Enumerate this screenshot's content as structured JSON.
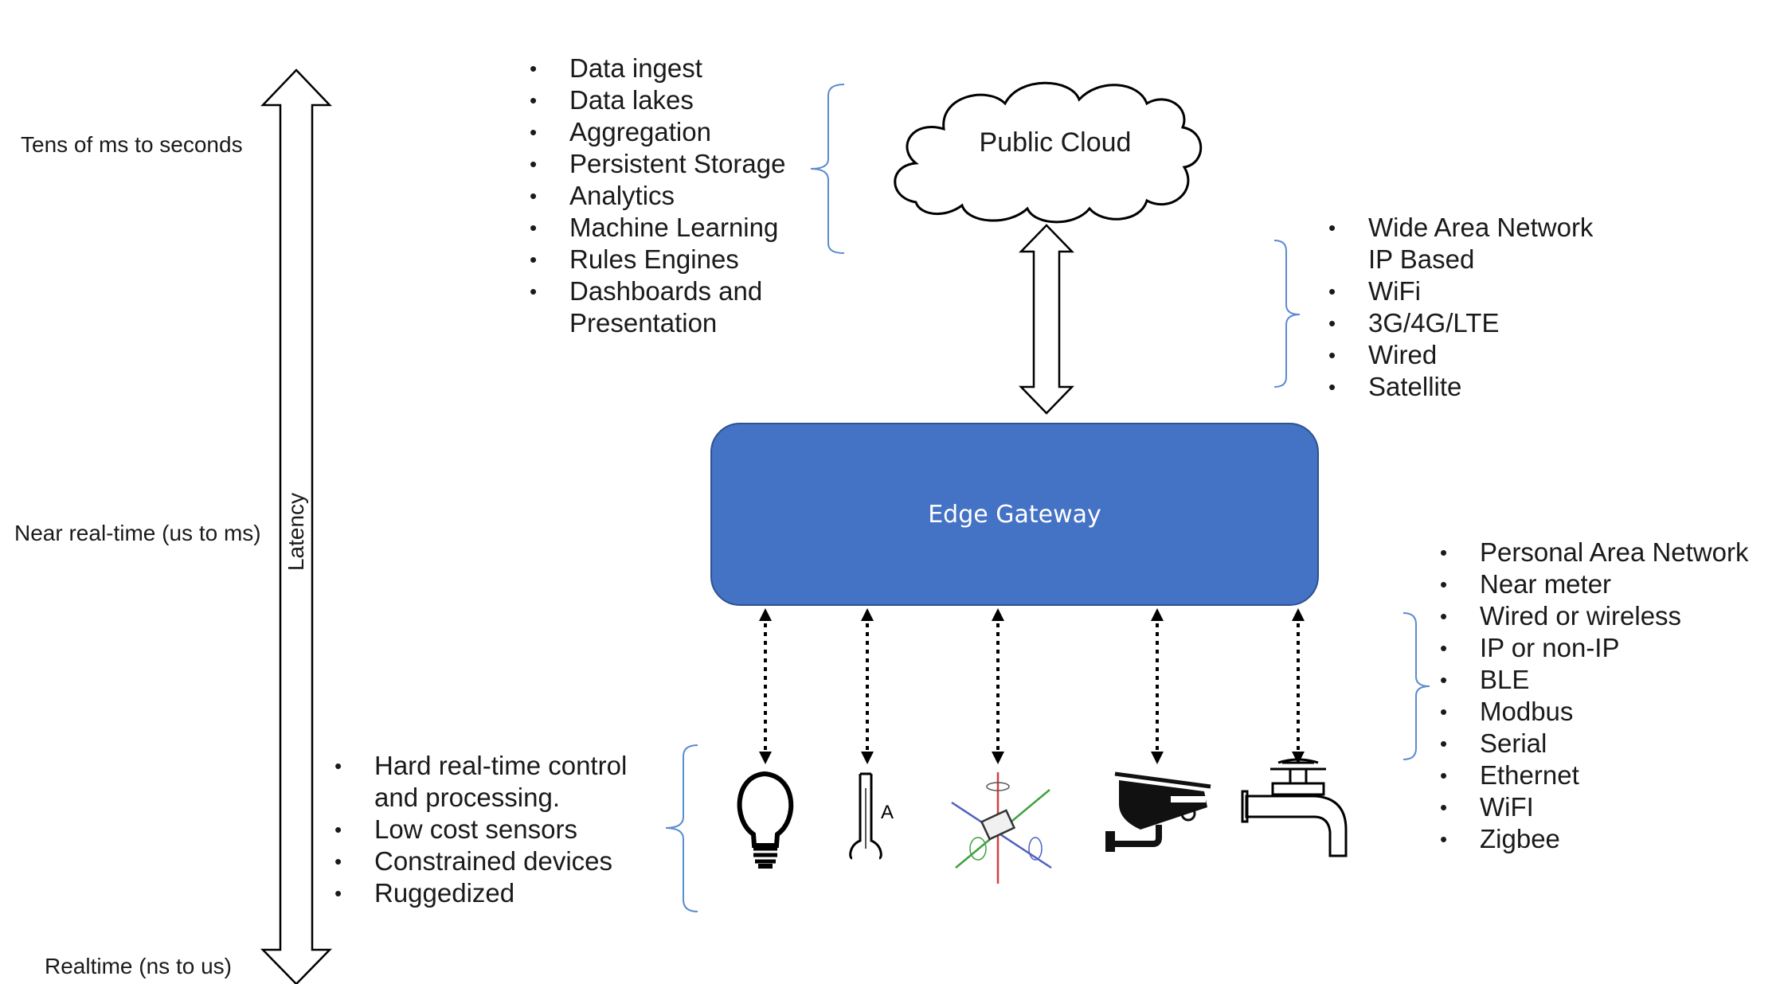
{
  "latency": {
    "axis_label": "Latency",
    "tiers": [
      "Tens of ms to seconds",
      "Near real-time (us to ms)",
      "Realtime (ns to us)"
    ]
  },
  "cloud": {
    "label": "Public Cloud",
    "capabilities": [
      "Data ingest",
      "Data lakes",
      "Aggregation",
      "Persistent Storage",
      "Analytics",
      "Machine Learning",
      "Rules Engines",
      "Dashboards and",
      "Presentation"
    ]
  },
  "wan": {
    "items": [
      "Wide Area Network",
      "IP Based",
      "WiFi",
      "3G/4G/LTE",
      "Wired",
      "Satellite"
    ]
  },
  "gateway": {
    "label": "Edge Gateway",
    "color": "#4472C4"
  },
  "pan": {
    "items": [
      "Personal Area Network",
      "Near meter",
      "Wired or wireless",
      "IP or non-IP",
      "BLE",
      "Modbus",
      "Serial",
      "Ethernet",
      "WiFI",
      "Zigbee"
    ]
  },
  "devices": {
    "items": [
      "Hard real-time control",
      "and processing.",
      "Low cost sensors",
      "Constrained devices",
      "Ruggedized"
    ],
    "icons": [
      "light-bulb-icon",
      "thermometer-icon",
      "accelerometer-icon",
      "security-camera-icon",
      "water-tap-icon"
    ],
    "thermometer_mark": "A"
  },
  "colors": {
    "bracket": "#5B8BD0",
    "gateway_border": "#2F528F"
  }
}
